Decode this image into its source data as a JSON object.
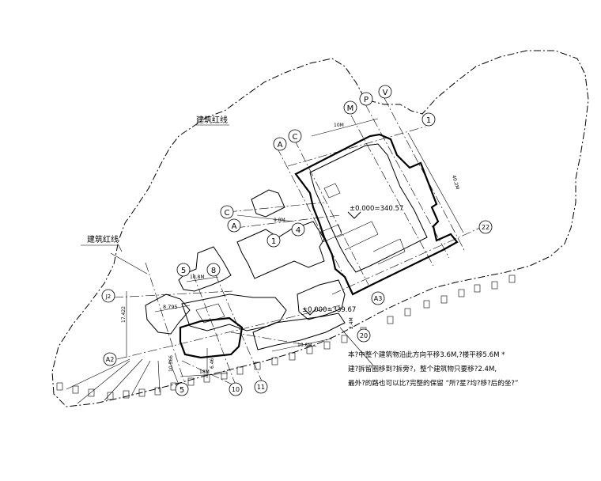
{
  "labels": {
    "redline_1": "建筑红线",
    "redline_2": "建筑红线",
    "elevation_upper": "±0.000=340.57",
    "elevation_lower": "±0.000=339.67"
  },
  "axis_bubbles": {
    "A_top": "A",
    "C_top": "C",
    "M": "M",
    "P": "P",
    "V": "V",
    "1_top": "1",
    "22": "22",
    "C_mid": "C",
    "A_mid": "A",
    "1_mid": "1",
    "4": "4",
    "5_left": "5",
    "8": "8",
    "J2": "J2",
    "A2": "A2",
    "A3": "A3",
    "20": "20",
    "5_bottom": "5",
    "10": "10",
    "11": "11"
  },
  "dimensions": {
    "d_10m": "10M",
    "d_40_2m": "40.2M",
    "d_9_8m": "9.8M",
    "d_10_8m_a": "10.8M",
    "d_8_795": "8.795",
    "d_18m": "18M",
    "d_10_566": "10.566",
    "d_6_46": "6.46",
    "d_10_6m": "10.6M",
    "d_17_422": "17.422",
    "d_2_4m": "2.4M"
  },
  "notes": [
    "本?中整个建筑物沿此方向平移3.6M,?楼平移5.6M *",
    "建?拆留圈移到?拆旁?，整个建筑物只要移?2.4M,",
    "最外?的路也可以比?完整的保留  “所?星?均?移?后的坐?”"
  ]
}
